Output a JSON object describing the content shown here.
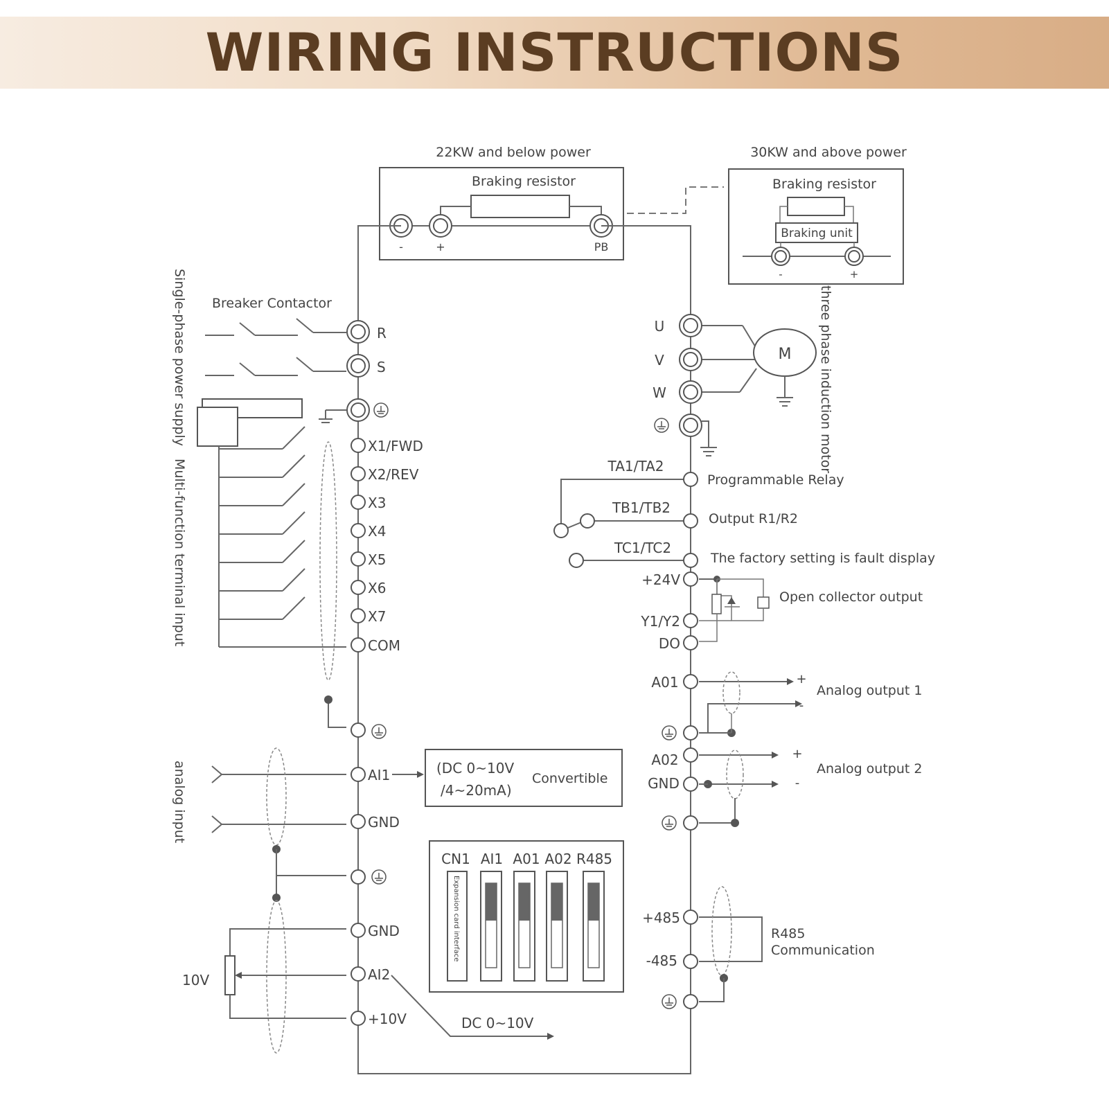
{
  "banner": {
    "title": "WIRING INSTRUCTIONS"
  },
  "top": {
    "low_power_title": "22KW and below power",
    "high_power_title": "30KW and above power",
    "braking_resistor": "Braking resistor",
    "braking_unit": "Braking unit",
    "minus": "-",
    "plus": "+",
    "pb": "PB"
  },
  "left": {
    "single_phase_supply": "Single-phase power supply",
    "multi_function_input": "Multi-function terminal input",
    "analog_input": "analog input",
    "breaker_contactor": "Breaker Contactor",
    "r": "R",
    "s": "S",
    "x1": "X1/FWD",
    "x2": "X2/REV",
    "x3": "X3",
    "x4": "X4",
    "x5": "X5",
    "x6": "X6",
    "x7": "X7",
    "com": "COM",
    "ai1": "AI1",
    "gnd": "GND",
    "ai2": "AI2",
    "plus10v": "+10V",
    "pot_label": "10V",
    "ai1_range": "(DC 0~10V",
    "ai1_range2": "/4~20mA)",
    "convertible": "Convertible",
    "ai2_range": "DC 0~10V"
  },
  "right": {
    "u": "U",
    "v": "V",
    "w": "W",
    "motor": "M",
    "motor_label": "three phase induction motor",
    "ta": "TA1/TA2",
    "tb": "TB1/TB2",
    "tc": "TC1/TC2",
    "programmable_relay": "Programmable Relay",
    "output_r": "Output R1/R2",
    "factory_setting": "The factory setting is fault display",
    "plus24v": "+24V",
    "y1y2": "Y1/Y2",
    "do": "DO",
    "open_collector": "Open collector output",
    "a01": "A01",
    "a02": "A02",
    "gnd": "GND",
    "analog_output_1": "Analog output 1",
    "analog_output_2": "Analog output 2",
    "plus": "+",
    "minus": "-",
    "plus485": "+485",
    "minus485": "-485",
    "r485": "R485",
    "communication": "Communication"
  },
  "switch_panel": {
    "cn1": "CN1",
    "ai1": "AI1",
    "a01": "A01",
    "a02": "A02",
    "r485": "R485",
    "expansion": "Expansion card interface"
  },
  "colors": {
    "banner_text": "#5b3d22",
    "banner_light": "#f7ece1",
    "banner_dark": "#d8ad86",
    "line": "#666666"
  }
}
